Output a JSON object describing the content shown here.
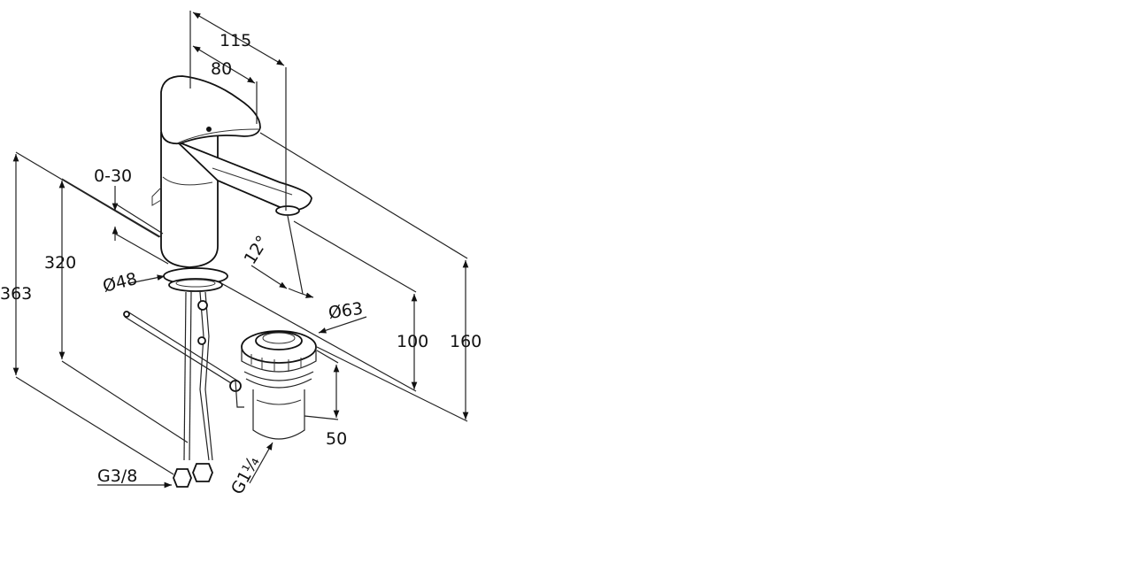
{
  "dimensions": {
    "d115": "115",
    "d80": "80",
    "d0_30": "0-30",
    "d320": "320",
    "d363": "363",
    "d48": "Ø48",
    "d12": "12°",
    "d63": "Ø63",
    "d100": "100",
    "d160": "160",
    "d50": "50",
    "g38": "G3/8",
    "g114": "G1¼"
  }
}
